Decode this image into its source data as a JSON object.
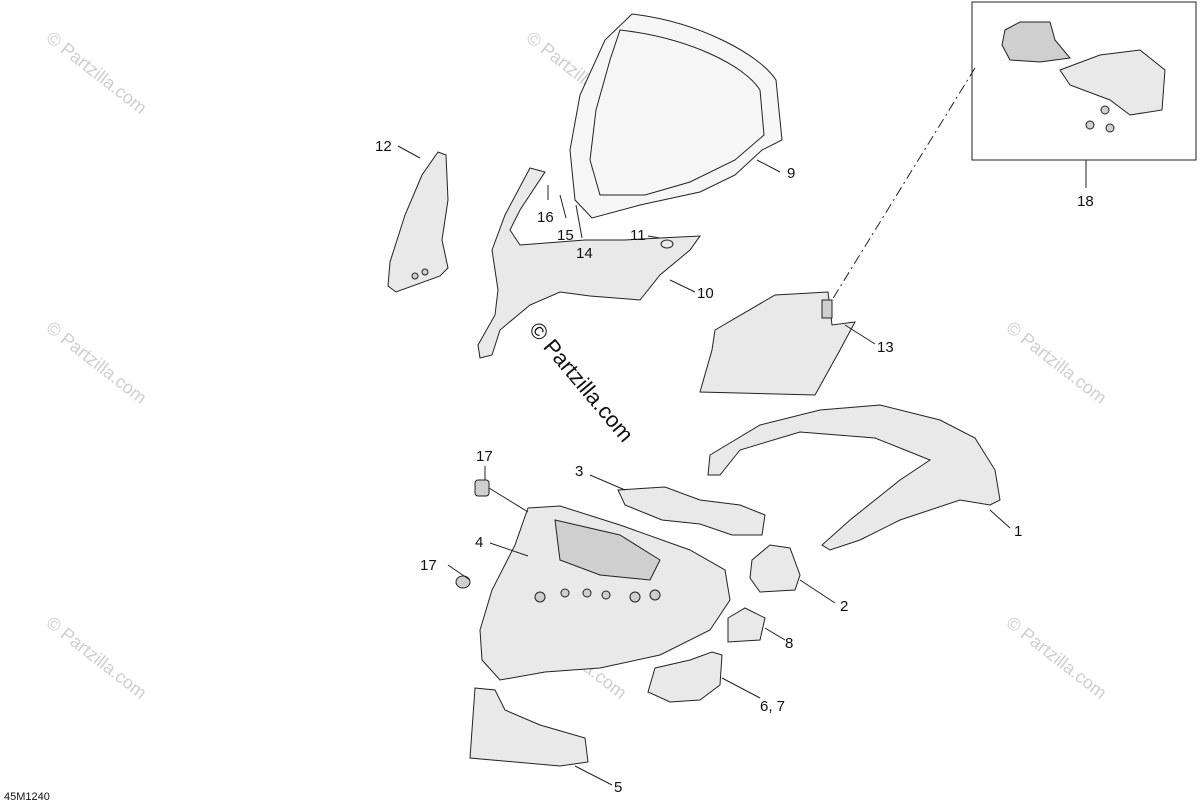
{
  "diagram": {
    "drawing_code": "45M1240",
    "watermark_center": "© Partzilla.com",
    "watermark_tile": "© Partzilla.com",
    "callouts": [
      "1",
      "2",
      "3",
      "4",
      "5",
      "6, 7",
      "8",
      "9",
      "10",
      "11",
      "12",
      "13",
      "14",
      "15",
      "16",
      "17",
      "17",
      "18"
    ],
    "inset_label": "18"
  }
}
